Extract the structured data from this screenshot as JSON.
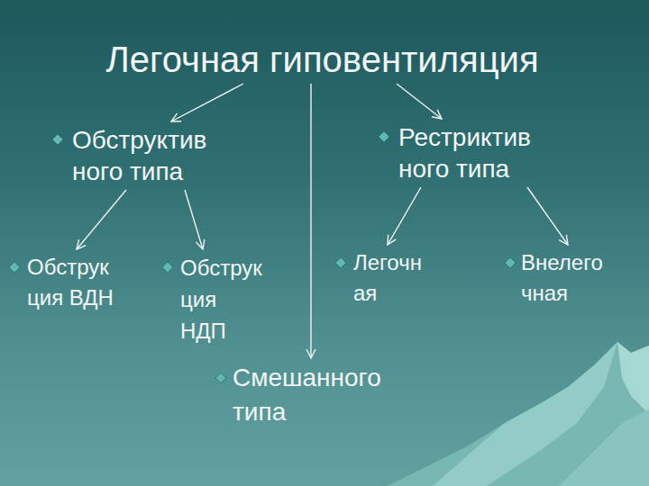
{
  "diagram": {
    "nodes": [
      {
        "text": [
          "Легочная гиповентиляция"
        ]
      },
      {
        "text": [
          "Обструктив ного типа"
        ]
      },
      {
        "text": [
          "Рестриктив ного типа"
        ]
      },
      {
        "text": [
          "Обструк ция ВДН"
        ]
      },
      {
        "text": [
          "Обструк ция НДП"
        ]
      },
      {
        "text": [
          "Легочн ая"
        ]
      },
      {
        "text": [
          "Внелего чная"
        ]
      },
      {
        "text": [
          "Смешанного типа"
        ]
      }
    ],
    "edges": [
      {
        "from": 0,
        "to": 1,
        "arrow": "to"
      },
      {
        "from": 0,
        "to": 2,
        "arrow": "to"
      },
      {
        "from": 0,
        "to": 7,
        "arrow": "to"
      },
      {
        "from": 1,
        "to": 3,
        "arrow": "to"
      },
      {
        "from": 1,
        "to": 4,
        "arrow": "to"
      },
      {
        "from": 2,
        "to": 5,
        "arrow": "to"
      },
      {
        "from": 2,
        "to": 6,
        "arrow": "to"
      }
    ]
  }
}
